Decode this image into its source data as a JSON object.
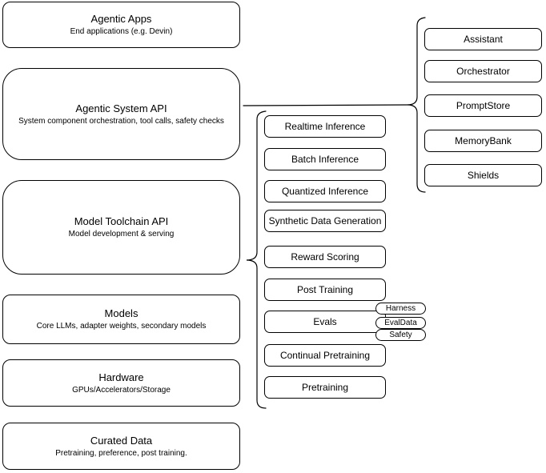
{
  "stack": [
    {
      "title": "Agentic Apps",
      "subtitle": "End applications (e.g. Devin)"
    },
    {
      "title": "Agentic System API",
      "subtitle": "System component orchestration, tool calls, safety checks"
    },
    {
      "title": "Model Toolchain API",
      "subtitle": "Model development & serving"
    },
    {
      "title": "Models",
      "subtitle": "Core LLMs, adapter weights, secondary models"
    },
    {
      "title": "Hardware",
      "subtitle": "GPUs/Accelerators/Storage"
    },
    {
      "title": "Curated Data",
      "subtitle": "Pretraining, preference, post training."
    }
  ],
  "toolchain": {
    "items": [
      "Realtime Inference",
      "Batch Inference",
      "Quantized Inference",
      "Synthetic Data Generation",
      "Reward Scoring",
      "Post Training",
      "Evals",
      "Continual Pretraining",
      "Pretraining"
    ]
  },
  "evals": {
    "tags": [
      "Harness",
      "EvalData",
      "Safety"
    ]
  },
  "system": {
    "components": [
      "Assistant",
      "Orchestrator",
      "PromptStore",
      "MemoryBank",
      "Shields"
    ]
  },
  "colors": {
    "stroke": "#000000",
    "fill": "#ffffff",
    "text": "#000000",
    "canvas": "#ffffff"
  }
}
